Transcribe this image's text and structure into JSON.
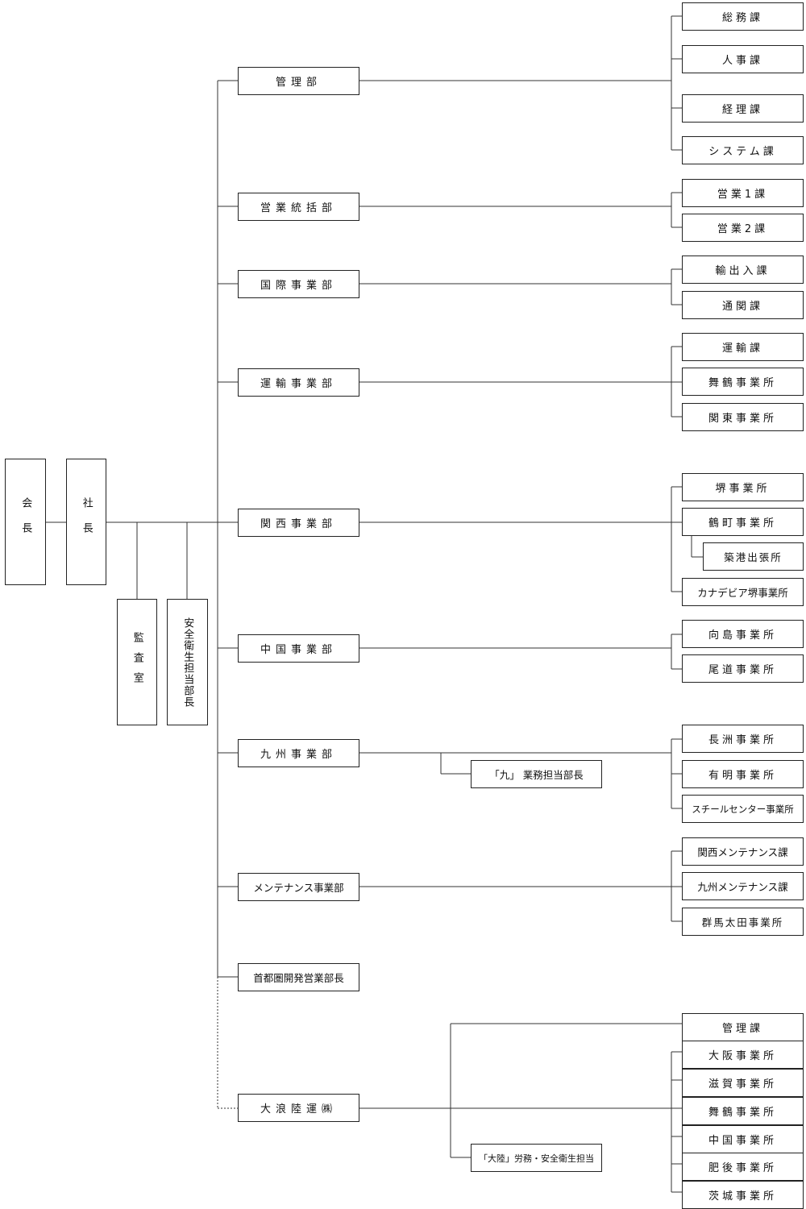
{
  "chairman": "会長",
  "president": "社長",
  "audit": "監査室",
  "safety": "安全衛生担当部長",
  "departments": [
    {
      "key": "kanri",
      "label": "管理部",
      "sections": [
        "総務課",
        "人事課",
        "経理課",
        "システム課"
      ]
    },
    {
      "key": "eigyo",
      "label": "営業統括部",
      "sections": [
        "営業1課",
        "営業2課"
      ]
    },
    {
      "key": "kokusai",
      "label": "国際事業部",
      "sections": [
        "輸出入課",
        "通関課"
      ]
    },
    {
      "key": "unyu",
      "label": "運輸事業部",
      "sections": [
        "運輸課",
        "舞鶴事業所",
        "関東事業所"
      ]
    },
    {
      "key": "kansai",
      "label": "関西事業部",
      "sections": [
        "堺事業所",
        "鶴町事業所",
        "築港出張所",
        "カナデビア堺事業所"
      ]
    },
    {
      "key": "chugoku",
      "label": "中国事業部",
      "sections": [
        "向島事業所",
        "尾道事業所"
      ]
    },
    {
      "key": "kyushu",
      "label": "九州事業部",
      "sections": [
        "長洲事業所",
        "有明事業所",
        "スチールセンター事業所"
      ]
    },
    {
      "key": "maint",
      "label": "メンテナンス事業部",
      "sections": [
        "関西メンテナンス課",
        "九州メンテナンス課",
        "群馬太田事業所"
      ]
    },
    {
      "key": "shuto",
      "label": "首都圏開発営業部長",
      "sections": []
    },
    {
      "key": "onami",
      "label": "大浪陸運㈱",
      "sections": [
        "管理課",
        "大阪事業所",
        "滋賀事業所",
        "舞鶴事業所",
        "中国事業所",
        "肥後事業所",
        "茨城事業所"
      ]
    }
  ],
  "kyushu_manager": "「九」 業務担当部長",
  "tairiku_manager": "「大陸」労務・安全衛生担当"
}
